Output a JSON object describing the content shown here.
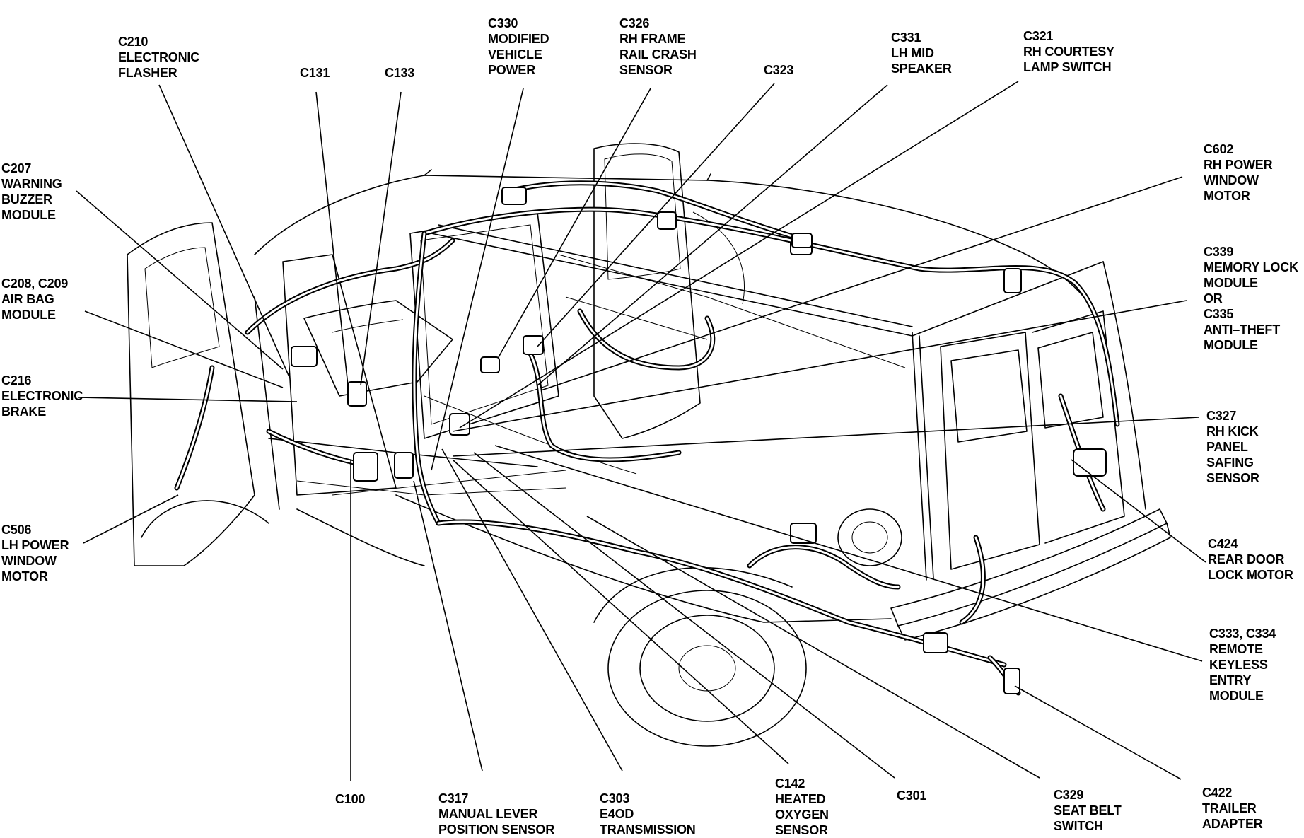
{
  "callouts": [
    {
      "id": "c210",
      "lines": [
        "C210",
        "ELECTRONIC",
        "FLASHER"
      ]
    },
    {
      "id": "c131",
      "lines": [
        "C131"
      ]
    },
    {
      "id": "c133",
      "lines": [
        "C133"
      ]
    },
    {
      "id": "c330",
      "lines": [
        "C330",
        "MODIFIED",
        "VEHICLE",
        "POWER"
      ]
    },
    {
      "id": "c326",
      "lines": [
        "C326",
        "RH FRAME",
        "RAIL CRASH",
        "SENSOR"
      ]
    },
    {
      "id": "c323",
      "lines": [
        "C323"
      ]
    },
    {
      "id": "c331",
      "lines": [
        "C331",
        "LH MID",
        "SPEAKER"
      ]
    },
    {
      "id": "c321",
      "lines": [
        "C321",
        "RH COURTESY",
        "LAMP SWITCH"
      ]
    },
    {
      "id": "c207",
      "lines": [
        "C207",
        "WARNING",
        "BUZZER",
        "MODULE"
      ]
    },
    {
      "id": "c208",
      "lines": [
        "C208, C209",
        "AIR BAG",
        "MODULE"
      ]
    },
    {
      "id": "c216",
      "lines": [
        "C216",
        "ELECTRONIC",
        "BRAKE"
      ]
    },
    {
      "id": "c506",
      "lines": [
        "C506",
        "LH POWER",
        "WINDOW",
        "MOTOR"
      ]
    },
    {
      "id": "c602",
      "lines": [
        "C602",
        "RH POWER",
        "WINDOW",
        "MOTOR"
      ]
    },
    {
      "id": "c339",
      "lines": [
        "C339",
        "MEMORY LOCK",
        "MODULE",
        "OR",
        "C335",
        "ANTI–THEFT",
        "MODULE"
      ]
    },
    {
      "id": "c327",
      "lines": [
        "C327",
        "RH KICK",
        "PANEL",
        "SAFING",
        "SENSOR"
      ]
    },
    {
      "id": "c424",
      "lines": [
        "C424",
        "REAR DOOR",
        "LOCK MOTOR"
      ]
    },
    {
      "id": "c333",
      "lines": [
        "C333, C334",
        "REMOTE",
        "KEYLESS",
        "ENTRY",
        "MODULE"
      ]
    },
    {
      "id": "c100",
      "lines": [
        "C100"
      ]
    },
    {
      "id": "c317",
      "lines": [
        "C317",
        "MANUAL LEVER",
        "POSITION SENSOR"
      ]
    },
    {
      "id": "c303",
      "lines": [
        "C303",
        "E4OD",
        "TRANSMISSION"
      ]
    },
    {
      "id": "c142",
      "lines": [
        "C142",
        "HEATED",
        "OXYGEN",
        "SENSOR"
      ]
    },
    {
      "id": "c301",
      "lines": [
        "C301"
      ]
    },
    {
      "id": "c329",
      "lines": [
        "C329",
        "SEAT BELT",
        "SWITCH"
      ]
    },
    {
      "id": "c422",
      "lines": [
        "C422",
        "TRAILER",
        "ADAPTER"
      ]
    }
  ]
}
